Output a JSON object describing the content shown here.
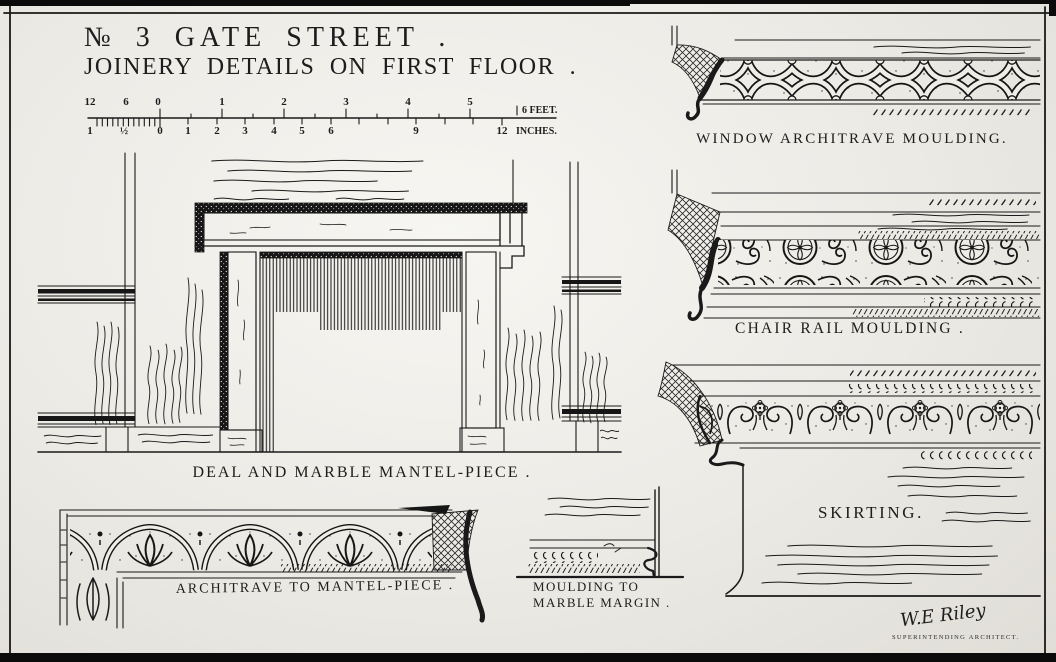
{
  "title": {
    "line1": "№ 3  GATE  STREET .",
    "line2": "JOINERY  DETAILS  ON  FIRST  FLOOR ."
  },
  "scale_bar": {
    "feet_labels": [
      "12",
      "6",
      "0",
      "1",
      "2",
      "3",
      "4",
      "5"
    ],
    "feet_unit": "6 FEET.",
    "inch_labels": [
      "1",
      "½",
      "0",
      "1",
      "2",
      "3",
      "4",
      "5",
      "6",
      "9",
      "12"
    ],
    "inch_unit": "INCHES."
  },
  "drawings": {
    "mantel": {
      "caption": "DEAL AND MARBLE MANTEL-PIECE ."
    },
    "window_architrave": {
      "caption": "WINDOW ARCHITRAVE MOULDING."
    },
    "chair_rail": {
      "caption": "CHAIR RAIL MOULDING ."
    },
    "skirting": {
      "caption": "SKIRTING."
    },
    "architrave_mantel": {
      "caption": "ARCHITRAVE TO MANTEL-PIECE ."
    },
    "marble_margin": {
      "caption_line1": "MOULDING TO",
      "caption_line2": "MARBLE MARGIN ."
    }
  },
  "signature": {
    "name": "W.E Riley",
    "role": "SUPERINTENDING ARCHITECT."
  },
  "colors": {
    "ink": "#1a1a1a",
    "paper": "#efede8"
  }
}
